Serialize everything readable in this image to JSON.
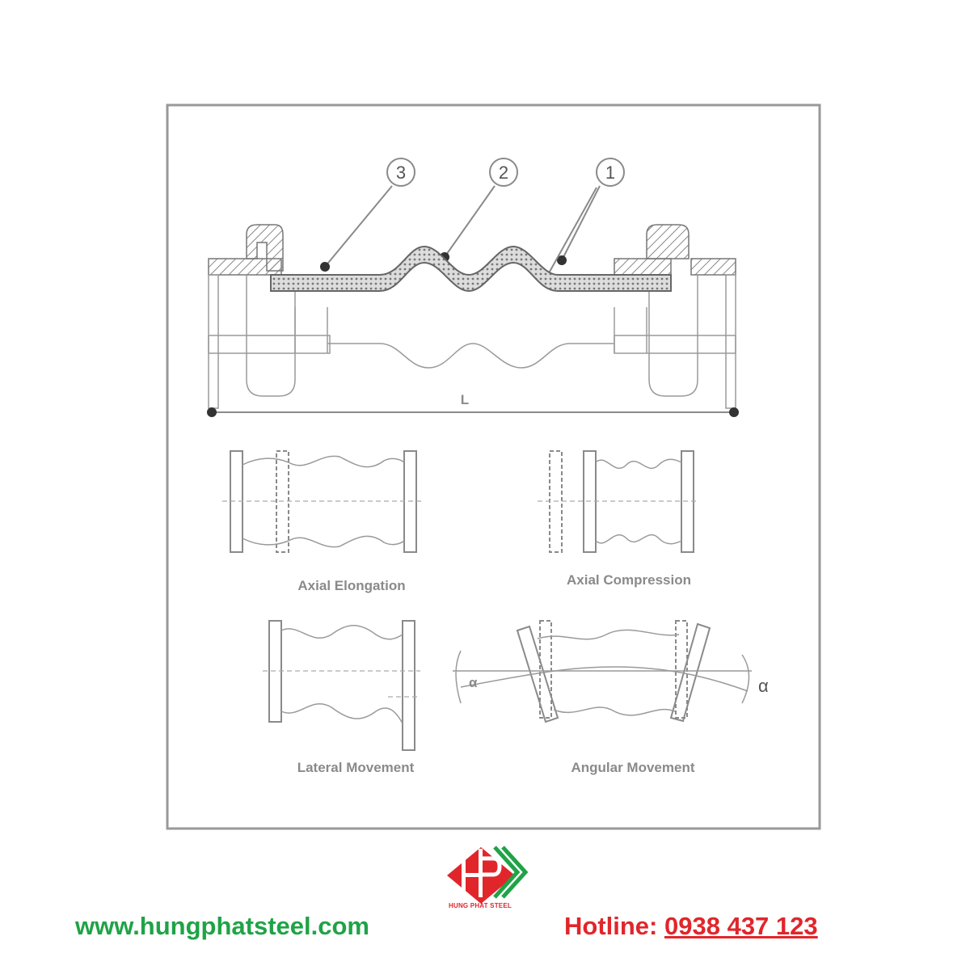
{
  "diagram": {
    "callouts": [
      "3",
      "2",
      "1"
    ],
    "dimension_label": "L",
    "views": [
      {
        "label": "Axial Elongation"
      },
      {
        "label": "Axial Compression"
      },
      {
        "label": "Lateral Movement"
      },
      {
        "label": "Angular Movement"
      }
    ],
    "angle_symbols": [
      "α",
      "α"
    ]
  },
  "footer": {
    "website": "www.hungphatsteel.com",
    "hotline_label": "Hotline: ",
    "hotline_number": "0938 437 123",
    "logo_text": "HUNG PHAT STEEL"
  },
  "colors": {
    "brand_green": "#1fa346",
    "brand_red": "#e0262b",
    "line_gray": "#8a8a8a"
  }
}
